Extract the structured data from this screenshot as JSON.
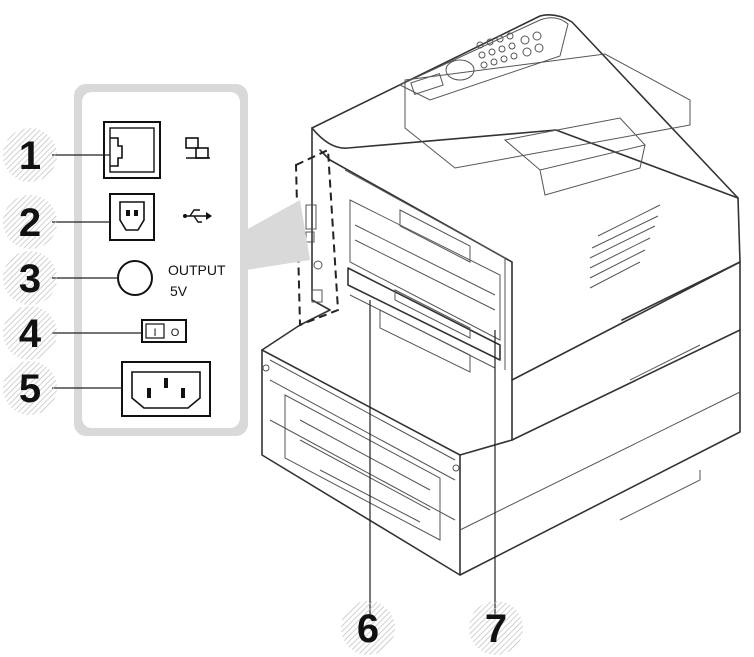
{
  "callouts": [
    {
      "number": "1",
      "meaning": "network-port"
    },
    {
      "number": "2",
      "meaning": "usb-port"
    },
    {
      "number": "3",
      "meaning": "output-5v-port"
    },
    {
      "number": "4",
      "meaning": "power-switch"
    },
    {
      "number": "5",
      "meaning": "power-receptacle"
    },
    {
      "number": "6",
      "meaning": "rear-tray"
    },
    {
      "number": "7",
      "meaning": "rear-cover"
    }
  ],
  "panel": {
    "output_label_line1": "OUTPUT",
    "output_label_line2": "5V",
    "switch_off_glyph": "O",
    "switch_on_glyph": "I"
  },
  "icons": {
    "network": "network-icon",
    "usb": "usb-icon"
  }
}
